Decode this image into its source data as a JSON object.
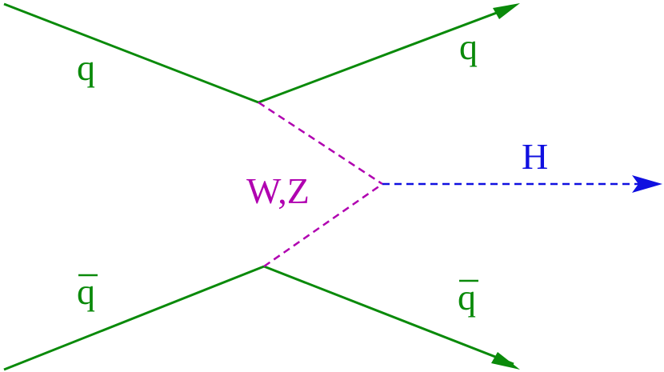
{
  "diagram": {
    "labels": {
      "quark_in": "q",
      "quark_out": "q",
      "antiquark_in": "q",
      "antiquark_out": "q",
      "boson": "W,Z",
      "higgs": "H"
    },
    "colors": {
      "quark_line": "#0a8a0a",
      "boson_line": "#b000b0",
      "higgs_line": "#1010e0"
    }
  }
}
